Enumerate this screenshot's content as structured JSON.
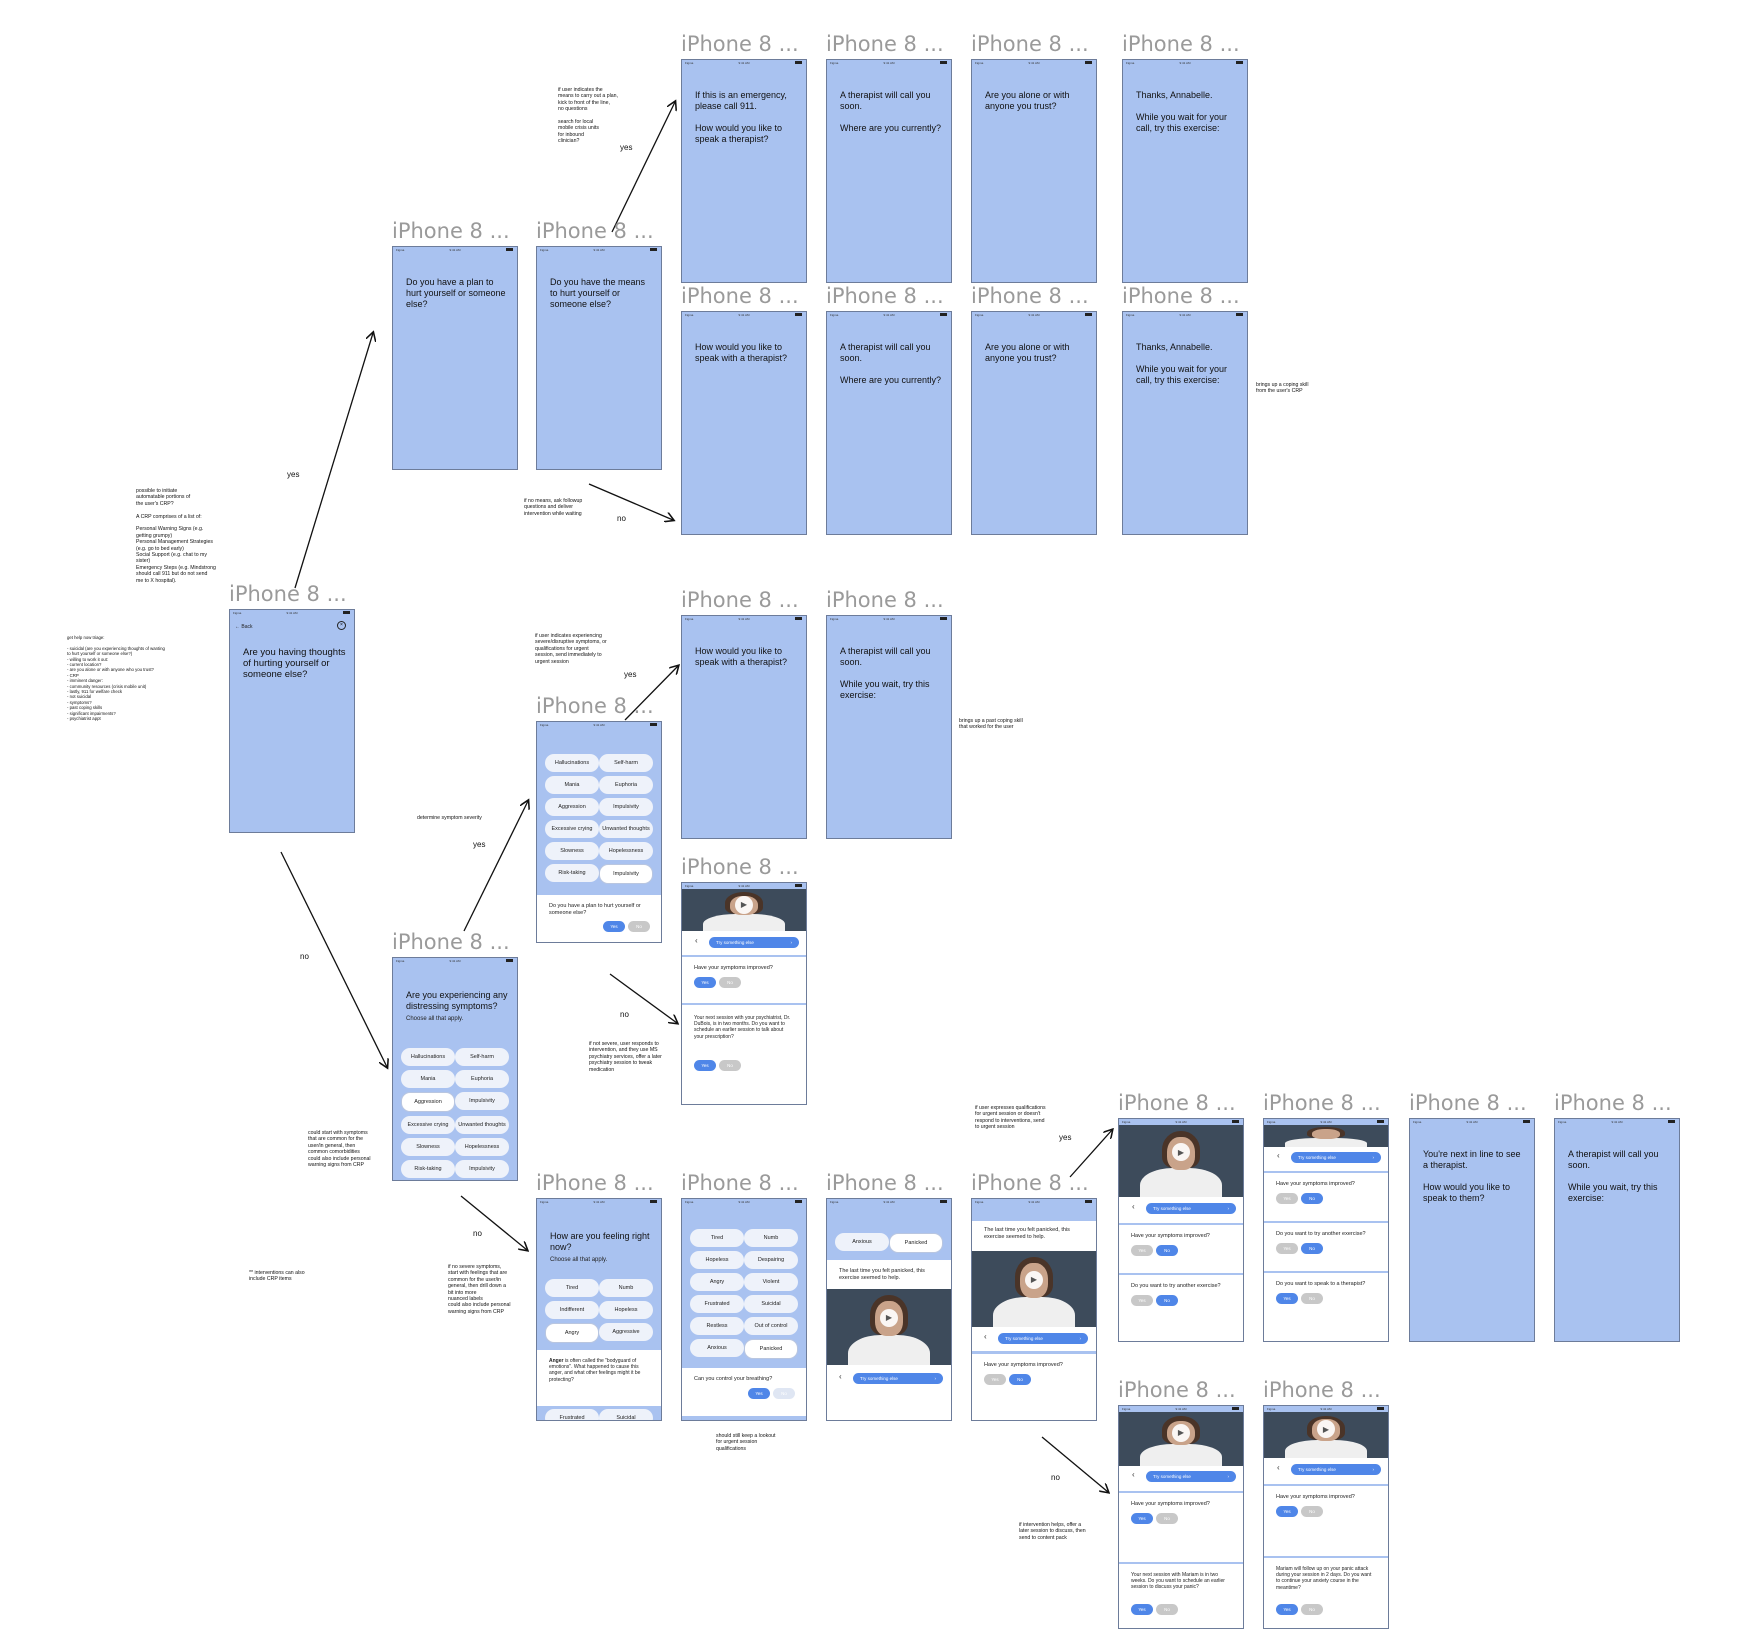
{
  "frame_title": "iPhone 8 ...",
  "status": {
    "carrier": "Figma",
    "time": "9:41 AM"
  },
  "flow_labels": {
    "yes": "yes",
    "no": "no"
  },
  "notes": {
    "crp": "possible to initiate\nautomatable portions of\nthe user's CRP?\n\nA CRP comprises of a list of:\n\nPersonal Warning Signs (e.g.\ngetting grumpy)\nPersonal Management Strategies\n(e.g. go to bed early)\nSocial Support (e.g. chat to my\nsister)\nEmergency Steps (e.g. Mindstrong\nshould call 911 but do not send\nme to X hospital).",
    "triage": "get help now triage:\n\n- suicidal (are you experiencing thoughts of wanting\nto hurt yourself or someone else?)\n   - willing to work it out:\n      - current location?\n      - are you alone or with anyone who you trust?\n      - CRP\n   - imminent danger:\n      - community resources (crisis mobile unit)\n      - lastly, 911 for welfare check\n- not suicidal\n   - symptoms?\n      - past coping skills\n      - significant impairments?\n         - psychiatrist appt",
    "means_yes": "if user indicates the\nmeans to carry out a plan,\nkick to front of the line,\nno questions\n\nsearch for local\nmobile crisis units\nfor inbound\nclinician?",
    "means_no": "if no means, ask followup\nquestions and deliver\nintervention while waiting",
    "coping_crp": "brings up a coping skill\nfrom the user's CRP",
    "severe": "if user indicates experiencing\nsevere/disruptive symptoms, or\nqualifications for urgent\nsession, send immediately to\nurgent session",
    "past_coping": "brings up a past coping skill\nthat worked for the user",
    "severity": "determine symptom severity",
    "not_severe": "if not severe, user responds to\nintervention, and they use MS\npsychiatry services, offer a later\npsychiatry session to tweak\nmedication",
    "common_symptoms": "could start with symptoms\nthat are common for the\nuser/in general, then\ncommon comorbidities\ncould also include personal\nwarning signs from CRP",
    "interventions": "** interventions can also\ninclude CRP items",
    "no_severe": "if no severe symptoms,\nstart with feelings that are\ncommon for the user/in\ngeneral, then drill down a\nbit into more\nnuanced labels\ncould also include personal\nwarning signs from CRP",
    "lookout": "should still keep a lookout\nfor urgent session\nqualifications",
    "qualifications": "if user expresses qualifications\nfor urgent session or doesn't\nrespond to interventions, send\nto urgent session",
    "helps": "if intervention helps, offer a\nlater session to discuss, then\nsend to content pack"
  },
  "screens": {
    "start": {
      "back": "Back",
      "question": "Are you having thoughts of hurting yourself or someone else?"
    },
    "plan": {
      "question": "Do you have a plan to hurt yourself or someone else?"
    },
    "means": {
      "question": "Do you have the means to hurt yourself or someone else?"
    },
    "emergency": {
      "question": "If this is an emergency, please call 911.\n\nHow would you like to speak a therapist?"
    },
    "call1": {
      "question": "A therapist will call you soon.\n\nWhere are you currently?"
    },
    "alone1": {
      "question": "Are you alone or with anyone you trust?"
    },
    "thanks1": {
      "question": "Thanks, Annabelle.\n\nWhile you wait for your call, try this exercise:"
    },
    "speak2": {
      "question": "How would you like to speak with a therapist?"
    },
    "call2": {
      "question": "A therapist will call you soon.\n\nWhere are you currently?"
    },
    "alone2": {
      "question": "Are you alone or with anyone you trust?"
    },
    "thanks2": {
      "question": "Thanks, Annabelle.\n\nWhile you wait for your call, try this exercise:"
    },
    "speak3": {
      "question": "How would you like to speak with a therapist?"
    },
    "call3": {
      "question": "A therapist will call you soon.\n\nWhile you wait, try this exercise:"
    },
    "symptoms": {
      "question": "Are you experiencing any distressing symptoms?",
      "hint": "Choose all that apply."
    },
    "sym_chips": [
      "Hallucinations",
      "Self-harm",
      "Mania",
      "Euphoria",
      "Aggression",
      "Impulsivity",
      "Excessive crying",
      "Unwanted thoughts",
      "Slowness",
      "Hopelessness",
      "Risk-taking",
      "Impulsivity"
    ],
    "sym_plan": {
      "question": "Do you have a plan to hurt yourself or someone else?",
      "yes": "Yes",
      "no": "No"
    },
    "exercise1": {
      "try": "Try something else",
      "improved": "Have your symptoms improved?",
      "later": "Your next session with your psychiatrist, Dr. DuBois, is in two months. Do you want to schedule an earlier session to talk about your prescription?",
      "yes": "Yes",
      "no": "No"
    },
    "feeling": {
      "question": "How are you feeling right now?",
      "hint": "Choose all that apply.",
      "anger_bold": "Anger",
      "anger": " is often called the \"bodyguard of emotions\". What happened to cause this anger, and what other feelings might it be protecting?",
      "more1": "Frustrated",
      "more2": "Suicidal"
    },
    "feel_chips": [
      "Tired",
      "Numb",
      "Indifferent",
      "Hopeless",
      "Angry",
      "Aggressive"
    ],
    "feel2_chips": [
      "Tired",
      "Numb",
      "Hopeless",
      "Despairing",
      "Angry",
      "Violent",
      "Frustrated",
      "Suicidal",
      "Restless",
      "Out of control",
      "Anxious",
      "Panicked"
    ],
    "feel2": {
      "question": "Can you control your breathing?",
      "yes": "Yes",
      "no": "No"
    },
    "panic1": {
      "chip1": "Anxious",
      "chip2": "Panicked",
      "text": "The last time you felt panicked, this exercise seemed to help.",
      "try": "Try something else"
    },
    "panic2": {
      "text": "The last time you felt panicked, this exercise seemed to help.",
      "try": "Try something else",
      "improved": "Have your symptoms improved?",
      "yes": "Yes",
      "no": "No"
    },
    "ex_yes1": {
      "try": "Try something else",
      "improved": "Have your symptoms improved?",
      "another": "Do you want to try another exercise?",
      "yes": "Yes",
      "no": "No"
    },
    "ex_yes2": {
      "try": "Try something else",
      "improved": "Have your symptoms improved?",
      "another": "Do you want to try another exercise?",
      "speak": "Do you want to speak to a therapist?",
      "yes": "Yes",
      "no": "No"
    },
    "next_line": {
      "question": "You're next in line to see a therapist.\n\nHow would you like to speak to them?"
    },
    "call4": {
      "question": "A therapist will call you soon.\n\nWhile you wait, try this exercise:"
    },
    "ex_no1": {
      "try": "Try something else",
      "improved": "Have your symptoms improved?",
      "later": "Your next session with Mariam is in two weeks. Do you want to schedule an earlier session to discuss your panic?",
      "yes": "Yes",
      "no": "No"
    },
    "ex_no2": {
      "try": "Try something else",
      "improved": "Have your symptoms improved?",
      "later": "Mariam will follow up on your panic attack during your session in 2 days. Do you want to continue your anxiety course in the meantime?",
      "yes": "Yes",
      "no": "No"
    }
  }
}
